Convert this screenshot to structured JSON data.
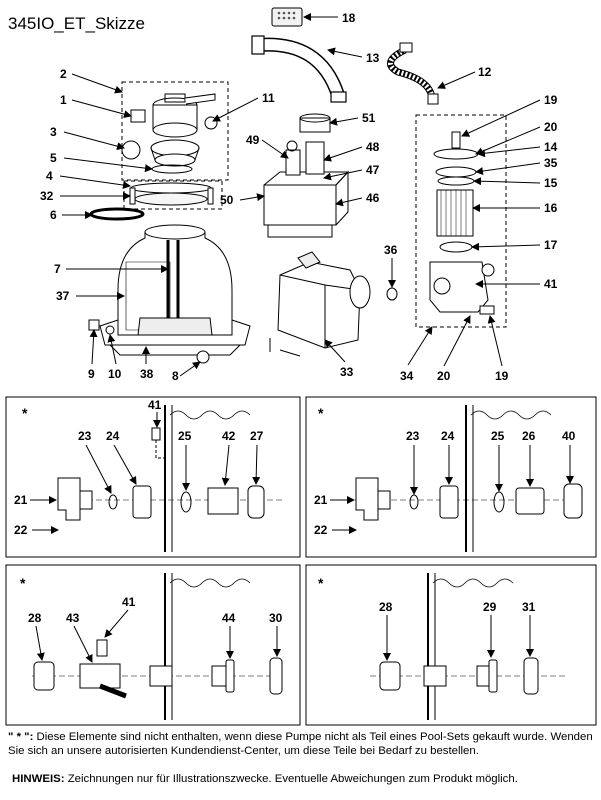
{
  "title": "345IO_ET_Skizze",
  "callouts": {
    "main": [
      "18",
      "13",
      "12",
      "2",
      "1",
      "11",
      "51",
      "19",
      "20",
      "3",
      "49",
      "48",
      "14",
      "35",
      "5",
      "47",
      "15",
      "4",
      "32",
      "50",
      "46",
      "16",
      "6",
      "36",
      "17",
      "7",
      "41",
      "37",
      "9",
      "10",
      "38",
      "8",
      "33",
      "34",
      "20b",
      "19b"
    ],
    "p1": [
      "41",
      "23",
      "24",
      "25",
      "42",
      "27",
      "21",
      "22"
    ],
    "p2": [
      "23",
      "24",
      "25",
      "26",
      "40",
      "21",
      "22"
    ],
    "p3": [
      "41",
      "28",
      "43",
      "44",
      "30"
    ],
    "p4": [
      "28",
      "29",
      "31"
    ]
  },
  "labels": {
    "n18": "18",
    "n13": "13",
    "n12": "12",
    "n2": "2",
    "n1": "1",
    "n11": "11",
    "n51": "51",
    "n19": "19",
    "n20": "20",
    "n3": "3",
    "n49": "49",
    "n48": "48",
    "n14": "14",
    "n35": "35",
    "n5": "5",
    "n47": "47",
    "n15": "15",
    "n4": "4",
    "n32": "32",
    "n50": "50",
    "n46": "46",
    "n16": "16",
    "n6": "6",
    "n36": "36",
    "n17": "17",
    "n7": "7",
    "n41": "41",
    "n37": "37",
    "n9": "9",
    "n10": "10",
    "n38": "38",
    "n8": "8",
    "n33": "33",
    "n34": "34",
    "n20b": "20",
    "n19b": "19",
    "p1_41": "41",
    "p1_23": "23",
    "p1_24": "24",
    "p1_25": "25",
    "p1_42": "42",
    "p1_27": "27",
    "p1_21": "21",
    "p1_22": "22",
    "p2_23": "23",
    "p2_24": "24",
    "p2_25": "25",
    "p2_26": "26",
    "p2_40": "40",
    "p2_21": "21",
    "p2_22": "22",
    "p3_41": "41",
    "p3_28": "28",
    "p3_43": "43",
    "p3_44": "44",
    "p3_30": "30",
    "p4_28": "28",
    "p4_29": "29",
    "p4_31": "31",
    "star": "*"
  },
  "footnote": {
    "marker": "\" * \":",
    "text": " Diese Elemente sind nicht enthalten, wenn diese Pumpe nicht als Teil eines Pool-Sets gekauft wurde. Wenden Sie sich an unsere autorisierten Kundendienst-Center, um diese Teile bei Bedarf zu bestellen."
  },
  "note": {
    "label": "HINWEIS:",
    "text": " Zeichnungen nur für Illustrationszwecke. Eventuelle Abweichungen zum Produkt möglich."
  }
}
